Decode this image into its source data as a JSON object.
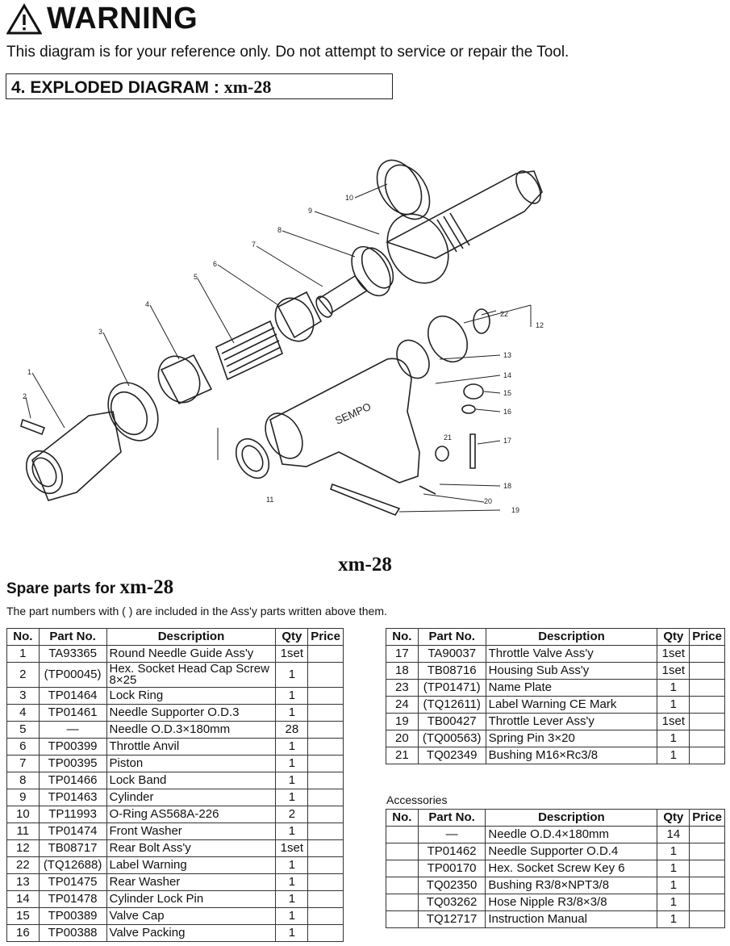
{
  "warning": {
    "title": "WARNING",
    "text": "This diagram is for your reference only. Do not attempt to service or repair the Tool."
  },
  "section": {
    "label": "4. EXPLODED DIAGRAM : ",
    "model": "xm-28"
  },
  "diagram": {
    "brand_text": "SEMPO",
    "callouts": [
      "1",
      "2",
      "3",
      "4",
      "5",
      "6",
      "7",
      "8",
      "9",
      "10",
      "11",
      "12",
      "13",
      "14",
      "15",
      "16",
      "17",
      "18",
      "19",
      "20",
      "21",
      "22"
    ],
    "caption": "xm-28"
  },
  "spare": {
    "title_prefix": "Spare parts for",
    "model": "xm-28",
    "note": "The part numbers with ( ) are included in the Ass'y parts written above them."
  },
  "headers": [
    "No.",
    "Part No.",
    "Description",
    "Qty",
    "Price"
  ],
  "table_left": [
    [
      "1",
      "TA93365",
      "Round Needle Guide Ass'y",
      "1set",
      ""
    ],
    [
      "2",
      "(TP00045)",
      "Hex. Socket Head Cap Screw 8×25",
      "1",
      ""
    ],
    [
      "3",
      "TP01464",
      "Lock Ring",
      "1",
      ""
    ],
    [
      "4",
      "TP01461",
      "Needle Supporter O.D.3",
      "1",
      ""
    ],
    [
      "5",
      "—",
      "Needle O.D.3×180mm",
      "28",
      ""
    ],
    [
      "6",
      "TP00399",
      "Throttle Anvil",
      "1",
      ""
    ],
    [
      "7",
      "TP00395",
      "Piston",
      "1",
      ""
    ],
    [
      "8",
      "TP01466",
      "Lock Band",
      "1",
      ""
    ],
    [
      "9",
      "TP01463",
      "Cylinder",
      "1",
      ""
    ],
    [
      "10",
      "TP11993",
      "O-Ring AS568A-226",
      "2",
      ""
    ],
    [
      "11",
      "TP01474",
      "Front Washer",
      "1",
      ""
    ],
    [
      "12",
      "TB08717",
      "Rear Bolt Ass'y",
      "1set",
      ""
    ],
    [
      "22",
      "(TQ12688)",
      "Label Warning",
      "1",
      ""
    ],
    [
      "13",
      "TP01475",
      "Rear Washer",
      "1",
      ""
    ],
    [
      "14",
      "TP01478",
      "Cylinder Lock Pin",
      "1",
      ""
    ],
    [
      "15",
      "TP00389",
      "Valve Cap",
      "1",
      ""
    ],
    [
      "16",
      "TP00388",
      "Valve Packing",
      "1",
      ""
    ]
  ],
  "table_right": [
    [
      "17",
      "TA90037",
      "Throttle Valve Ass'y",
      "1set",
      ""
    ],
    [
      "18",
      "TB08716",
      "Housing Sub Ass'y",
      "1set",
      ""
    ],
    [
      "23",
      "(TP01471)",
      "Name Plate",
      "1",
      ""
    ],
    [
      "24",
      "(TQ12611)",
      "Label Warning CE Mark",
      "1",
      ""
    ],
    [
      "19",
      "TB00427",
      "Throttle Lever Ass'y",
      "1set",
      ""
    ],
    [
      "20",
      "(TQ00563)",
      "Spring Pin 3×20",
      "1",
      ""
    ],
    [
      "21",
      "TQ02349",
      "Bushing M16×Rc3/8",
      "1",
      ""
    ]
  ],
  "accessories": {
    "label": "Accessories",
    "rows": [
      [
        "",
        "—",
        "Needle O.D.4×180mm",
        "14",
        ""
      ],
      [
        "",
        "TP01462",
        "Needle Supporter O.D.4",
        "1",
        ""
      ],
      [
        "",
        "TP00170",
        "Hex. Socket Screw Key 6",
        "1",
        ""
      ],
      [
        "",
        "TQ02350",
        "Bushing R3/8×NPT3/8",
        "1",
        ""
      ],
      [
        "",
        "TQ03262",
        "Hose Nipple R3/8×3/8",
        "1",
        ""
      ],
      [
        "",
        "TQ12717",
        "Instruction Manual",
        "1",
        ""
      ]
    ]
  }
}
